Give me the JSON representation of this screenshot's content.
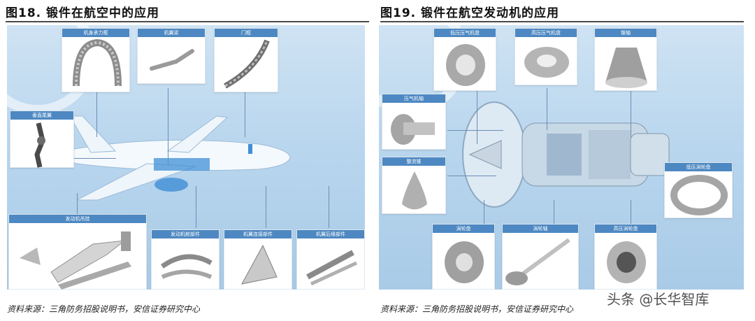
{
  "left_figure": {
    "title": "图18. 锻件在航空中的应用",
    "parts": {
      "fuselage_frame": "机身承力框",
      "wing_beam": "机翼梁",
      "door_frame": "门框",
      "vertical_tail": "垂直尾翼",
      "engine_pylon": "发动机吊挂",
      "engine_nacelle": "发动机舱部件",
      "wing_joint": "机翼连接部件",
      "wing_trailing": "机翼后缘部件"
    }
  },
  "right_figure": {
    "title": "图19. 锻件在航空发动机的应用",
    "parts": {
      "lp_compressor_disk": "低压压气机盘",
      "hp_compressor_disk": "高压压气机盘",
      "casing": "锥轴",
      "compressor_shaft": "压气机轴",
      "nose_cone": "整流锥",
      "lp_turbine_disk": "低压涡轮盘",
      "turbine_disk": "涡轮盘",
      "turbine_shaft": "涡轮轴",
      "hp_turbine_disk": "高压涡轮盘"
    }
  },
  "source_left": "资料来源：三角防务招股说明书，安信证券研究中心",
  "source_right": "资料来源：三角防务招股说明书，安信证券研究中心",
  "watermark": "头条 @长华智库",
  "colors": {
    "panel": "#b9d6ee",
    "label": "#4d88c2",
    "line": "#6a8fb5"
  }
}
